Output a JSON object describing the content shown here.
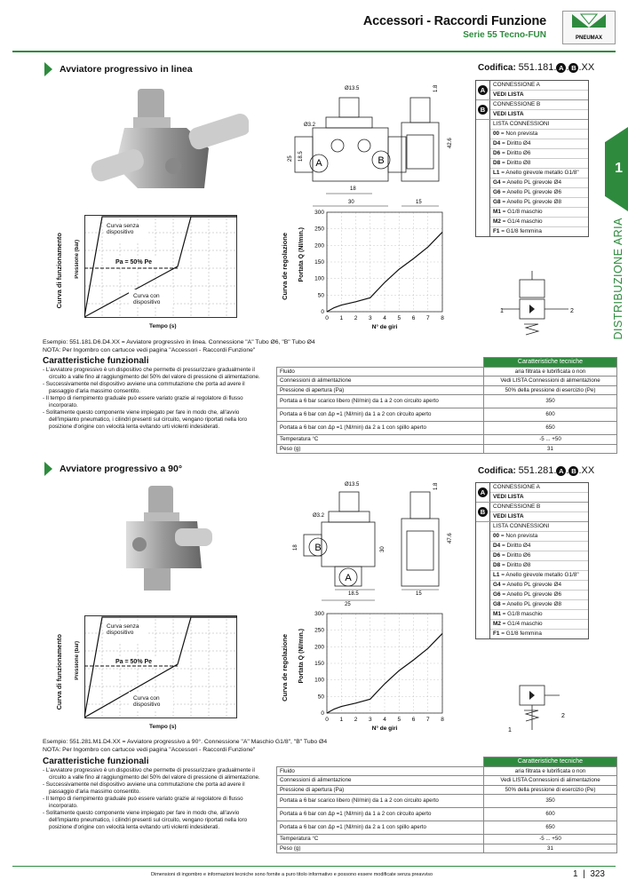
{
  "header": {
    "title": "Accessori - Raccordi Funzione",
    "subtitle": "Serie 55 Tecno-FUN",
    "logo_text": "PNEUMAX"
  },
  "side": {
    "tab_number": "1",
    "vertical_text": "DISTRIBUZIONE ARIA"
  },
  "sections": [
    {
      "title": "Avviatore progressivo in linea",
      "codifica_label": "Codifica:",
      "code_prefix": "551.181.",
      "code_suffix": ".XX",
      "dims": {
        "d1": "Ø13.5",
        "d2": "1.8",
        "d3": "Ø3.2",
        "d4": "42.6",
        "d5": "25",
        "d6": "18.5",
        "d7": "18",
        "d8": "30",
        "d9": "15",
        "a": "A",
        "b": "B"
      },
      "example": "Esempio: 551.181.D6.D4.XX = Avviatore progressivo in linea. Connessione \"A\" Tubo Ø6, \"B\" Tubo Ø4",
      "nota": "NOTA: Per Ingombro con cartucce vedi pagina \"Accessori - Raccordi Funzione\""
    },
    {
      "title": "Avviatore progressivo a 90°",
      "codifica_label": "Codifica:",
      "code_prefix": "551.281.",
      "code_suffix": ".XX",
      "dims": {
        "d1": "Ø13.5",
        "d2": "1.8",
        "d3": "Ø3.2",
        "d4": "47.6",
        "d5": "18",
        "d6": "30",
        "d7": "18.5",
        "d8": "25",
        "d9": "15",
        "a": "A",
        "b": "B"
      },
      "example": "Esempio: 551.281.M1.D4.XX = Avviatore progressivo a 90°. Connessione \"A\" Maschio G1/8\", \"B\" Tubo Ø4",
      "nota": "NOTA: Per Ingombro con cartucce vedi pagina \"Accessori - Raccordi Funzione\""
    }
  ],
  "codebox": {
    "a_label": "A",
    "b_label": "B",
    "conn_a": "CONNESSIONE A",
    "conn_b": "CONNESSIONE B",
    "vedi": "VEDI LISTA",
    "lista": "LISTA CONNESSIONI",
    "items": [
      {
        "k": "00",
        "v": "= Non prevista"
      },
      {
        "k": "D4",
        "v": "= Diritto Ø4"
      },
      {
        "k": "D6",
        "v": "= Diritto Ø6"
      },
      {
        "k": "D8",
        "v": "= Diritto Ø8"
      },
      {
        "k": "L1",
        "v": "= Anello girevole metallo G1/8\""
      },
      {
        "k": "G4",
        "v": "= Anello PL girevole Ø4"
      },
      {
        "k": "G6",
        "v": "= Anello PL girevole Ø6"
      },
      {
        "k": "G8",
        "v": "= Anello PL girevole Ø8"
      },
      {
        "k": "M1",
        "v": "= G1/8 maschio"
      },
      {
        "k": "M2",
        "v": "= G1/4 maschio"
      },
      {
        "k": "F1",
        "v": "= G1/8 femmina"
      }
    ]
  },
  "chart_left": {
    "ylabel_outer": "Curva di funzionamento",
    "ylabel": "Pressione (bar)",
    "xlabel": "Tempo (s)",
    "lab_senza": "Curva senza dispositivo",
    "lab_con": "Curva con dispositivo",
    "lab_pa": "Pa = 50% Pe"
  },
  "chart_data": [
    {
      "type": "line",
      "ylabel": "Portata Q (Nl/min.)",
      "xlabel": "N° de giri",
      "ylabel_outer": "Curva de regolazione",
      "xlim": [
        0,
        8
      ],
      "ylim": [
        0,
        300
      ],
      "x_ticks": [
        "0",
        "1",
        "2",
        "3",
        "4",
        "5",
        "6",
        "7",
        "8"
      ],
      "y_ticks": [
        "0",
        "50",
        "100",
        "150",
        "200",
        "250",
        "300"
      ],
      "x": [
        0,
        0.5,
        1,
        2,
        3,
        4,
        5,
        6,
        7,
        8
      ],
      "y": [
        0,
        12,
        20,
        30,
        42,
        88,
        128,
        160,
        195,
        240
      ],
      "grid": true
    },
    {
      "type": "line",
      "ylabel": "Portata Q (Nl/min.)",
      "xlabel": "N° de giri",
      "ylabel_outer": "Curva de regolazione",
      "xlim": [
        0,
        8
      ],
      "ylim": [
        0,
        300
      ],
      "x_ticks": [
        "0",
        "1",
        "2",
        "3",
        "4",
        "5",
        "6",
        "7",
        "8"
      ],
      "y_ticks": [
        "0",
        "50",
        "100",
        "150",
        "200",
        "250",
        "300"
      ],
      "x": [
        0,
        0.5,
        1,
        2,
        3,
        4,
        5,
        6,
        7,
        8
      ],
      "y": [
        0,
        12,
        20,
        30,
        42,
        88,
        128,
        160,
        195,
        240
      ],
      "grid": true
    }
  ],
  "features": {
    "title": "Caratteristiche funzionali",
    "items": [
      "- L'avviatore progressivo è un dispositivo che permette di pressurizzare gradualmente il circuito a valle fino al raggiungimento del 50% del valore di pressione di alimentazione.",
      "- Successivamente nel dispositivo avviene una commutazione che porta ad avere il passaggio d'aria massimo consentito.",
      "- Il tempo di riempimento graduale può essere variato grazie al regolatore di flusso incorporato.",
      "- Solitamente questo componente viene impiegato per fare in modo che, all'avvio dell'impianto pneumatico, i cilindri presenti sul circuito, vengano riportati nella loro posizione d'origine con velocità lenta evitando urti violenti indesiderati."
    ]
  },
  "tech": {
    "title": "Caratteristiche tecniche",
    "rows": [
      {
        "k": "Fluido",
        "v": "aria filtrata e lubrificata o non"
      },
      {
        "k": "Connessioni di alimentazione",
        "v": "Vedi LISTA Connessioni di alimentazione"
      },
      {
        "k": "Pressione di apertura (Pa)",
        "v": "50% della pressione di esercizio (Pe)"
      },
      {
        "k": "Portata a 6 bar scarico libero (Nl/min) da 1 a 2 con circuito aperto",
        "v": "350"
      },
      {
        "k": "Portata a 6 bar con Δp =1 (Nl/min) da 1 a 2 con circuito aperto",
        "v": "600"
      },
      {
        "k": "Portata a 6 bar con Δp =1 (Nl/min) da 2 a 1 con spillo aperto",
        "v": "650"
      },
      {
        "k": "Temperatura °C",
        "v": "-5 ... +50"
      },
      {
        "k": "Peso (g)",
        "v": "31"
      }
    ]
  },
  "symbol": {
    "port1": "1",
    "port2": "2"
  },
  "footer": {
    "note": "Dimensioni di ingombro e informazioni tecniche sono fornite a puro titolo informativo e possono essere modificate senza preavviso",
    "chapter": "1",
    "page": "323"
  },
  "colors": {
    "accent": "#2e8b3e"
  }
}
